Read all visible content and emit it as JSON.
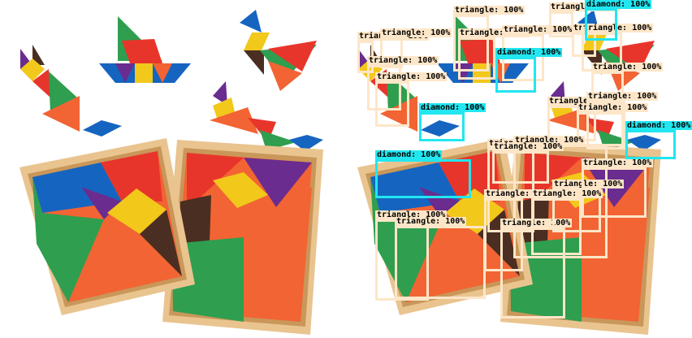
{
  "colors": {
    "triangle_box": "#FDE6C8",
    "diamond_box": "#22E6F0",
    "tan_red": "#E8352B",
    "tan_orange": "#F26433",
    "tan_green": "#2F9E4F",
    "tan_blue": "#1565C0",
    "tan_yellow": "#F2C81B",
    "tan_purple": "#6A2C8F",
    "tan_brown": "#4A2E22",
    "tray_wood": "#E9C48F"
  },
  "detections": [
    {
      "label": "triangle: 100%",
      "cls": "triangle"
    },
    {
      "label": "triangle: 100%",
      "cls": "triangle"
    },
    {
      "label": "triangle: 100%",
      "cls": "triangle"
    },
    {
      "label": "triangle: 100%",
      "cls": "triangle"
    },
    {
      "label": "triangle: 100%",
      "cls": "triangle"
    },
    {
      "label": "triangle: 100%",
      "cls": "triangle"
    },
    {
      "label": "triangle: 100%",
      "cls": "triangle"
    },
    {
      "label": "triangle: 100%",
      "cls": "triangle"
    },
    {
      "label": "triangle: 100%",
      "cls": "triangle"
    },
    {
      "label": "triangle: 100%",
      "cls": "triangle"
    },
    {
      "label": "triangle: 100%",
      "cls": "triangle"
    },
    {
      "label": "triangle: 100%",
      "cls": "triangle"
    },
    {
      "label": "triangle: 100%",
      "cls": "triangle"
    },
    {
      "label": "triangle: 100%",
      "cls": "triangle"
    },
    {
      "label": "triangle: 100%",
      "cls": "triangle"
    },
    {
      "label": "triangle: 100%",
      "cls": "triangle"
    },
    {
      "label": "triangle: 100%",
      "cls": "triangle"
    },
    {
      "label": "triangle: 100%",
      "cls": "triangle"
    },
    {
      "label": "triangle: 100%",
      "cls": "triangle"
    },
    {
      "label": "triangle: 100%",
      "cls": "triangle"
    },
    {
      "label": "triangle: 100%",
      "cls": "triangle"
    },
    {
      "label": "triangle: 100%",
      "cls": "triangle"
    },
    {
      "label": "triangle: 100%",
      "cls": "triangle"
    },
    {
      "label": "triangle: 100%",
      "cls": "triangle"
    },
    {
      "label": "diamond: 100%",
      "cls": "diamond"
    },
    {
      "label": "diamond: 100%",
      "cls": "diamond"
    },
    {
      "label": "diamond: 100%",
      "cls": "diamond"
    },
    {
      "label": "diamond: 100%",
      "cls": "diamond"
    },
    {
      "label": "diamond: 100%",
      "cls": "diamond"
    }
  ]
}
